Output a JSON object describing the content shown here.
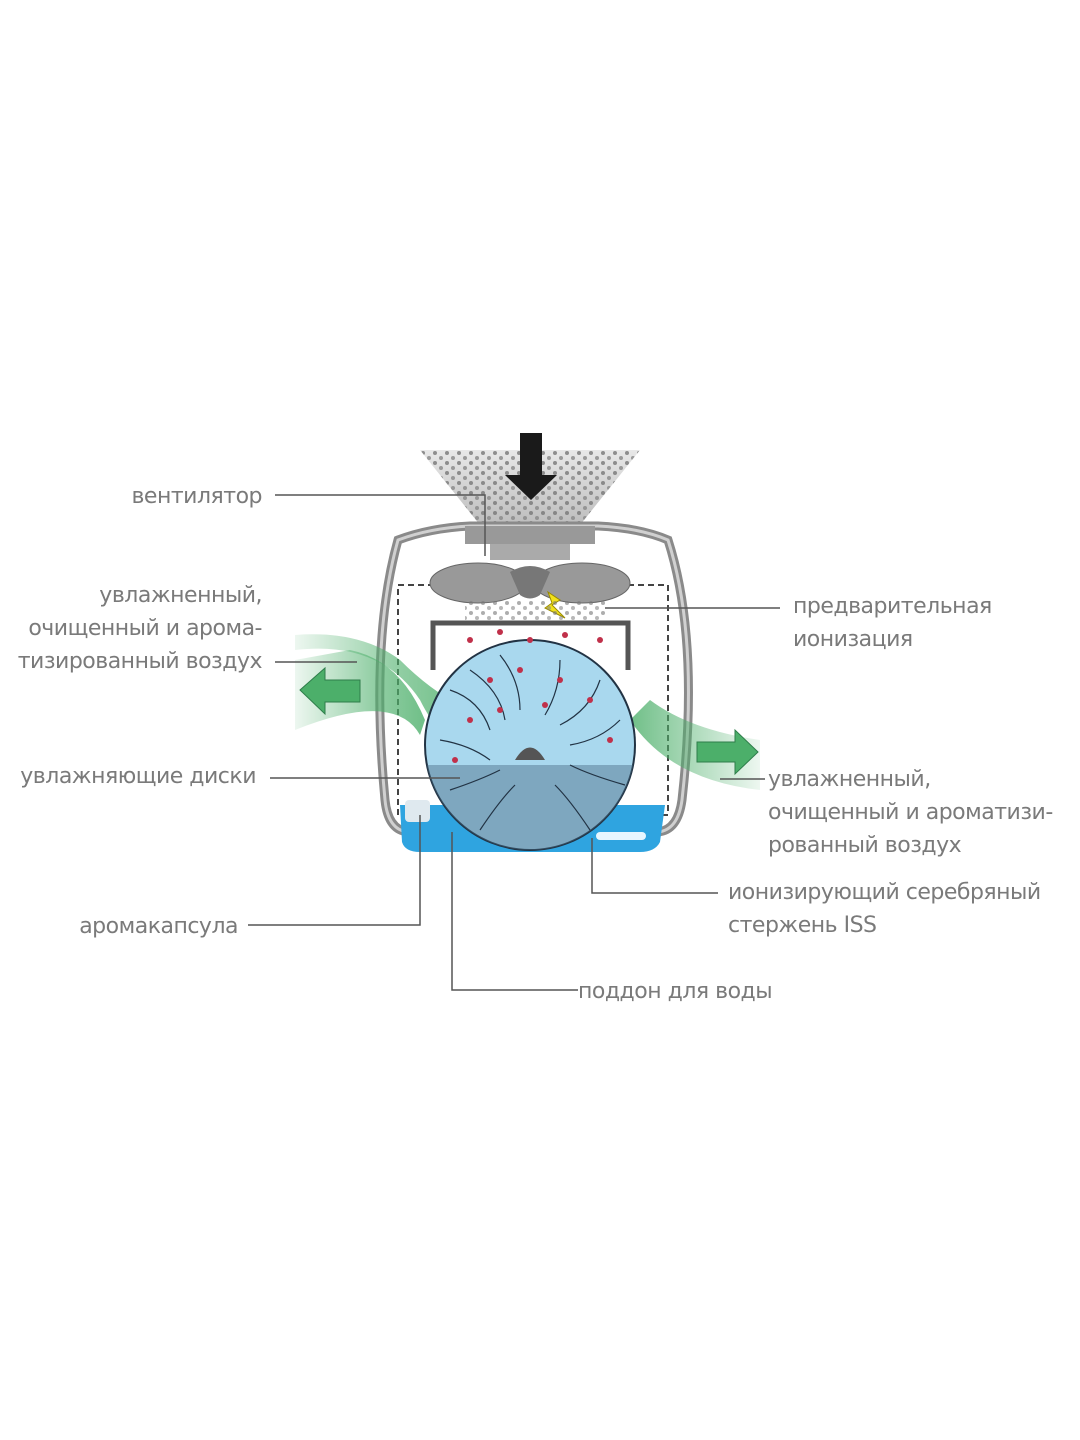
{
  "labels": {
    "fan": "вентилятор",
    "air_left": [
      "увлажненный,",
      "очищенный и арома-",
      "тизированный воздух"
    ],
    "discs": "увлажняющие диски",
    "aroma": "аромакапсула",
    "tray": "поддон для воды",
    "preionization": [
      "предварительная",
      "ионизация"
    ],
    "air_right": [
      "увлажненный,",
      "очищенный и ароматизи-",
      "рованный воздух"
    ],
    "iss": [
      "ионизирующий серебряный",
      "стержень ISS"
    ]
  },
  "colors": {
    "green": "#4caf6a",
    "water": "#2fa4e0",
    "disc": "#a9d8ee",
    "body": "#8a8a8a",
    "ion": "#c0304a",
    "spark": "#f2e21b"
  }
}
